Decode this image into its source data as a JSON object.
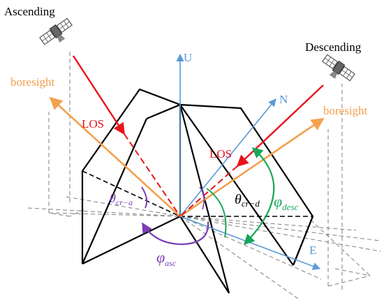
{
  "labels": {
    "ascending": "Ascending",
    "descending": "Descending",
    "boresight_left": "boresight",
    "boresight_right": "boresight",
    "los_left": "LOS",
    "los_right": "LOS",
    "axis_u": "U",
    "axis_n": "N",
    "axis_e": "E"
  },
  "symbols": {
    "theta_left_main": "θ",
    "theta_left_sub": "cr−a",
    "theta_right_main": "θ",
    "theta_right_sub": "cr−d",
    "phi_asc_main": "φ",
    "phi_asc_sub": "asc",
    "phi_desc_main": "φ",
    "phi_desc_sub": "desc"
  },
  "colors": {
    "los": "#e8141c",
    "boresight": "#f4a14e",
    "axes": "#5b9bd5",
    "theta_asc": "#7b3fb5",
    "phi_desc": "#1aa65a",
    "structure": "#000000",
    "guide": "#7f7f7f"
  },
  "icons": {
    "ascending_satellite": "satellite-icon",
    "descending_satellite": "satellite-icon"
  }
}
